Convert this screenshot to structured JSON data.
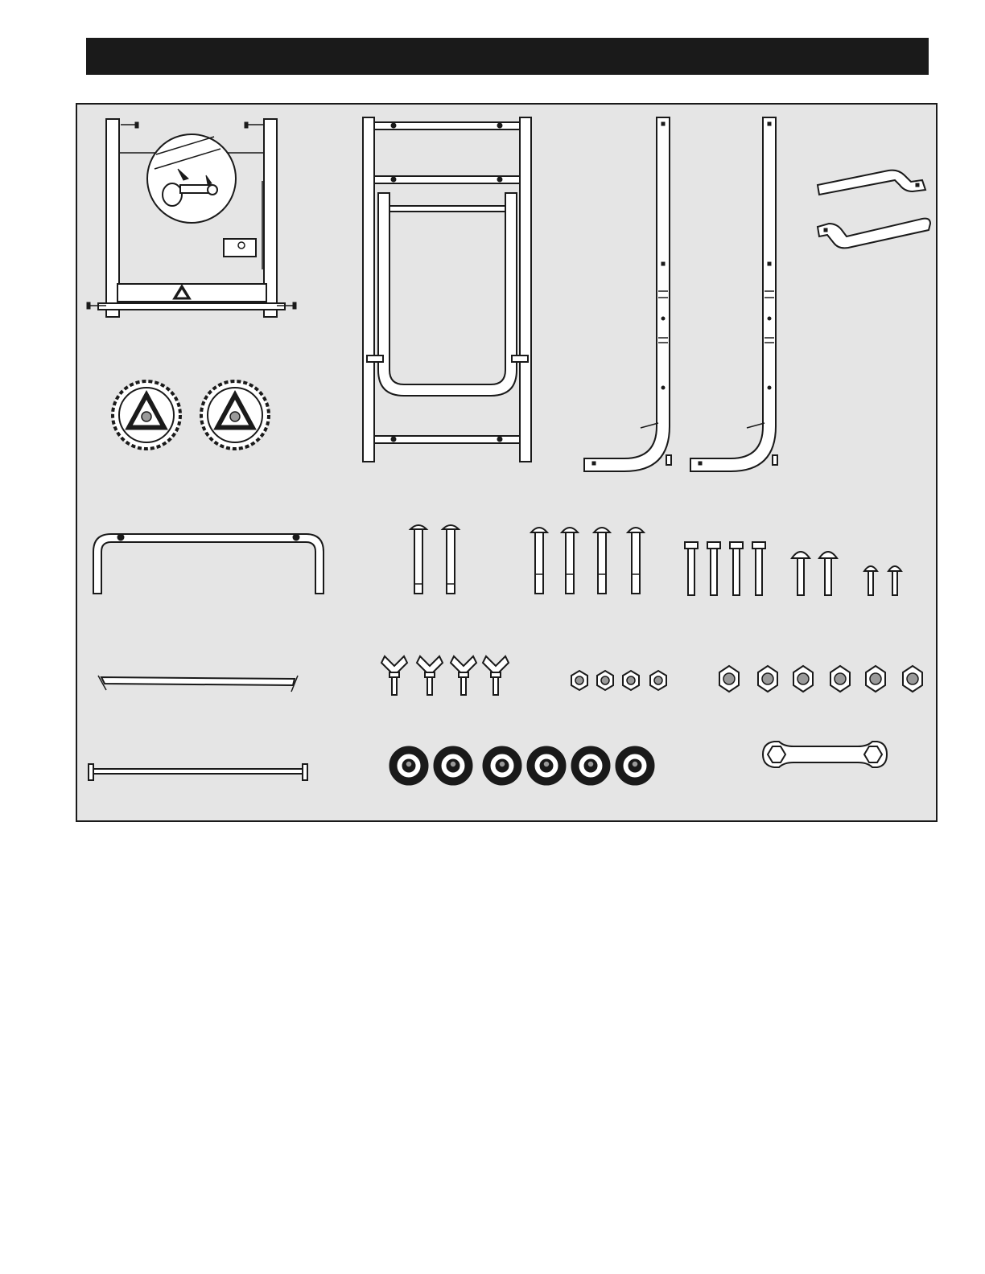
{
  "page": {
    "header": {
      "title": ""
    },
    "panel": {
      "background_color": "#e5e5e5",
      "border_color": "#1a1a1a"
    },
    "parts": [
      {
        "name": "base-frame",
        "icon": "frame-with-detail-callout"
      },
      {
        "name": "wheels",
        "icon": "wheel-icon"
      },
      {
        "name": "handle-frame",
        "icon": "ladder-frame"
      },
      {
        "name": "leg-tubes",
        "icon": "bent-tube"
      },
      {
        "name": "curved-handles",
        "icon": "curved-handle"
      },
      {
        "name": "u-bar",
        "icon": "u-bar"
      },
      {
        "name": "flat-bracket",
        "icon": "bracket"
      },
      {
        "name": "axle-rod",
        "icon": "rod"
      },
      {
        "name": "long-bolts",
        "icon": "bolt-icon"
      },
      {
        "name": "bolt-set",
        "icon": "bolt-icon"
      },
      {
        "name": "hex-bolts",
        "icon": "hex-bolt-icon"
      },
      {
        "name": "carriage-bolts",
        "icon": "carriage-bolt-icon"
      },
      {
        "name": "small-carriage-bolts",
        "icon": "carriage-bolt-icon"
      },
      {
        "name": "wing-bolts",
        "icon": "wing-bolt-icon"
      },
      {
        "name": "small-nuts",
        "icon": "nut-icon"
      },
      {
        "name": "large-nuts",
        "icon": "nut-icon"
      },
      {
        "name": "wheel-caps",
        "icon": "cap-icon"
      },
      {
        "name": "wrench",
        "icon": "wrench-icon"
      }
    ]
  }
}
